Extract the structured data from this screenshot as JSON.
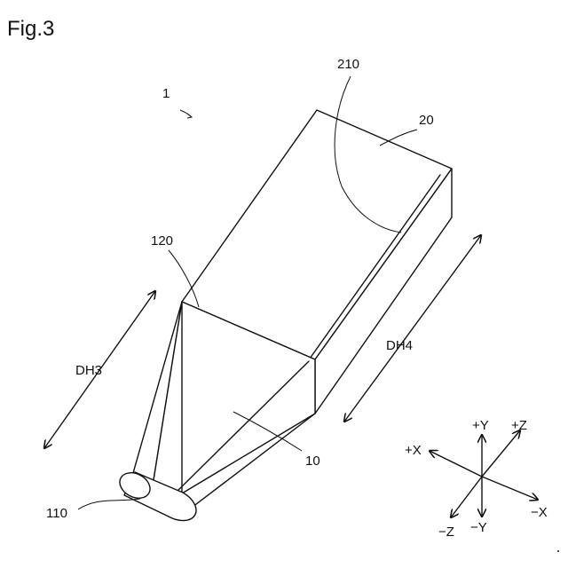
{
  "figure": {
    "title": "Fig.3",
    "labels": {
      "device": "1",
      "cap": "20",
      "cap_face": "210",
      "edge": "120",
      "body": "10",
      "tip": "110",
      "dir_h3": "DH3",
      "dir_h4": "DH4"
    },
    "axes": {
      "plus_y": "+Y",
      "plus_z": "+Z",
      "plus_x": "+X",
      "minus_x": "−X",
      "minus_z": "−Z",
      "minus_y": "−Y"
    }
  },
  "colors": {
    "ink": "#111111",
    "paper": "#ffffff"
  }
}
